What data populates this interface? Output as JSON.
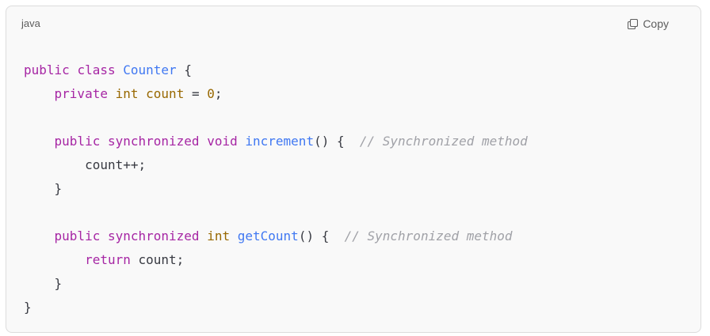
{
  "header": {
    "language": "java",
    "copy_label": "Copy",
    "copy_icon": "copy-icon"
  },
  "code": {
    "lines": [
      [
        {
          "t": "public",
          "k": "kw"
        },
        {
          "t": " ",
          "k": "pl"
        },
        {
          "t": "class",
          "k": "kw"
        },
        {
          "t": " ",
          "k": "pl"
        },
        {
          "t": "Counter",
          "k": "cls"
        },
        {
          "t": " {",
          "k": "pl"
        }
      ],
      [
        {
          "t": "    ",
          "k": "pl"
        },
        {
          "t": "private",
          "k": "kw"
        },
        {
          "t": " ",
          "k": "pl"
        },
        {
          "t": "int",
          "k": "ty"
        },
        {
          "t": " ",
          "k": "pl"
        },
        {
          "t": "count",
          "k": "var"
        },
        {
          "t": " = ",
          "k": "pl"
        },
        {
          "t": "0",
          "k": "num"
        },
        {
          "t": ";",
          "k": "pl"
        }
      ],
      [],
      [
        {
          "t": "    ",
          "k": "pl"
        },
        {
          "t": "public",
          "k": "kw"
        },
        {
          "t": " ",
          "k": "pl"
        },
        {
          "t": "synchronized",
          "k": "kw"
        },
        {
          "t": " ",
          "k": "pl"
        },
        {
          "t": "void",
          "k": "kw"
        },
        {
          "t": " ",
          "k": "pl"
        },
        {
          "t": "increment",
          "k": "fn"
        },
        {
          "t": "() {  ",
          "k": "pl"
        },
        {
          "t": "// Synchronized method",
          "k": "cm"
        }
      ],
      [
        {
          "t": "        count++;",
          "k": "pl"
        }
      ],
      [
        {
          "t": "    }",
          "k": "pl"
        }
      ],
      [],
      [
        {
          "t": "    ",
          "k": "pl"
        },
        {
          "t": "public",
          "k": "kw"
        },
        {
          "t": " ",
          "k": "pl"
        },
        {
          "t": "synchronized",
          "k": "kw"
        },
        {
          "t": " ",
          "k": "pl"
        },
        {
          "t": "int",
          "k": "ty"
        },
        {
          "t": " ",
          "k": "pl"
        },
        {
          "t": "getCount",
          "k": "fn"
        },
        {
          "t": "() {  ",
          "k": "pl"
        },
        {
          "t": "// Synchronized method",
          "k": "cm"
        }
      ],
      [
        {
          "t": "        ",
          "k": "pl"
        },
        {
          "t": "return",
          "k": "kw"
        },
        {
          "t": " count;",
          "k": "pl"
        }
      ],
      [
        {
          "t": "    }",
          "k": "pl"
        }
      ],
      [
        {
          "t": "}",
          "k": "pl"
        }
      ]
    ]
  },
  "colors": {
    "keyword": "#a626a4",
    "type": "#986801",
    "class_name": "#4078f2",
    "function": "#4078f2",
    "number": "#986801",
    "comment": "#a0a1a7",
    "plain": "#383a42",
    "background": "#f9f9f9"
  }
}
